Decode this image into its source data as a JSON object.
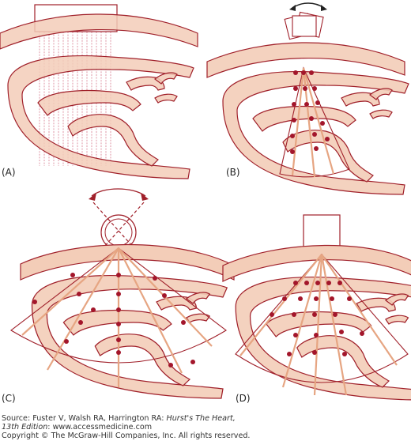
{
  "panels": {
    "a": {
      "label": "(A)"
    },
    "b": {
      "label": "(B)"
    },
    "c": {
      "label": "(C)"
    },
    "d": {
      "label": "(D)"
    }
  },
  "caption": {
    "source_prefix": "Source: Fuster V, Walsh RA, Harrington RA: ",
    "source_title": "Hurst's The Heart,",
    "edition": "13th Edition",
    "edition_suffix": ": www.accessmedicine.com",
    "copyright": "Copyright © The McGraw-Hill Companies, Inc. All rights reserved."
  },
  "colors": {
    "outline": "#a0202a",
    "tissue_fill": "#f3cdb8",
    "beam": "#e6a582",
    "dot": "#a3162b",
    "text": "#222222"
  }
}
